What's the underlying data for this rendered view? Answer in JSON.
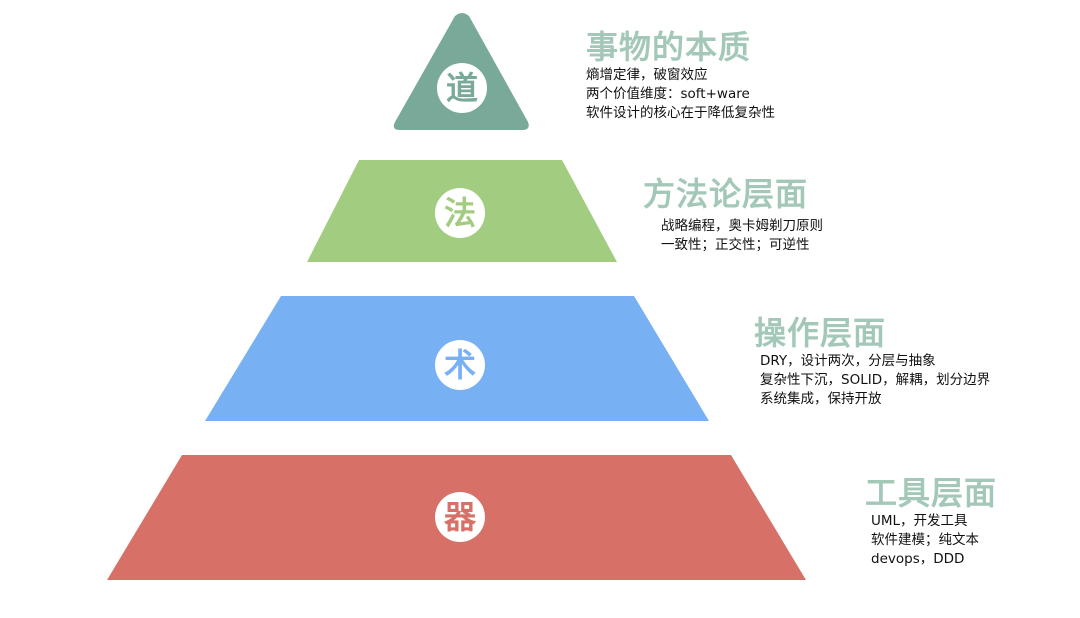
{
  "colors": {
    "dao": "#79a998",
    "fa": "#a2cc80",
    "shu": "#77b1f3",
    "qi": "#d77167",
    "heading": "#a4c8b8",
    "text": "#111111"
  },
  "levels": [
    {
      "id": "dao",
      "character": "道",
      "heading": "事物的本质",
      "lines": [
        "熵增定律，破窗效应",
        "两个价值维度：soft+ware",
        "软件设计的核心在于降低复杂性"
      ]
    },
    {
      "id": "fa",
      "character": "法",
      "heading": "方法论层面",
      "lines": [
        "战略编程，奥卡姆剃刀原则",
        "一致性；正交性；可逆性"
      ]
    },
    {
      "id": "shu",
      "character": "术",
      "heading": "操作层面",
      "lines": [
        "DRY，设计两次，分层与抽象",
        "复杂性下沉，SOLID，解耦，划分边界",
        "系统集成，保持开放"
      ]
    },
    {
      "id": "qi",
      "character": "器",
      "heading": "工具层面",
      "lines": [
        "UML，开发工具",
        "软件建模；纯文本",
        "devops，DDD"
      ]
    }
  ]
}
